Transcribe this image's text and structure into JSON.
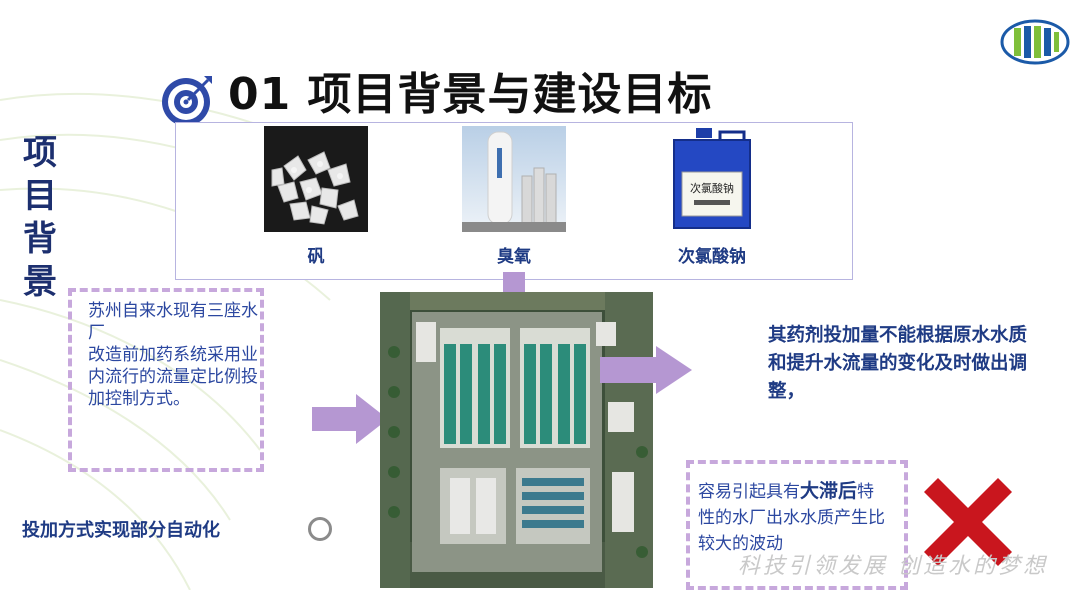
{
  "header": {
    "title": "01 项目背景与建设目标",
    "title_icon": "target-icon",
    "logo_icon": "company-logo"
  },
  "sidebar": {
    "vertical_title": [
      "项",
      "目",
      "背",
      "景"
    ]
  },
  "chemicals": [
    {
      "label": "矾",
      "icon": "alum-crystals-photo"
    },
    {
      "label": "臭氧",
      "icon": "ozone-tower-photo"
    },
    {
      "label": "次氯酸钠",
      "icon": "sodium-hypochlorite-container-photo",
      "container_text": "次氯酸钠"
    }
  ],
  "background_box": {
    "lines": [
      "苏州自来水现有三座水厂",
      "改造前加药系统采用业内流行的流量定比例投加控制方式。"
    ]
  },
  "problem": {
    "text": "其药剂投加量不能根据原水水质和提升水流量的变化及时做出调整，"
  },
  "effect": {
    "prefix": "容易引起具有",
    "bold": "大滞后",
    "suffix": "特性的水厂出水水质产生比较大的波动"
  },
  "automation": {
    "label": "投加方式实现部分自动化",
    "status_icon": "circle-outline-icon"
  },
  "marks": {
    "x_icon": "red-x-icon",
    "x_color": "#c9161e"
  },
  "slogan": "科技引领发展 创造水的梦想",
  "colors": {
    "accent_blue": "#1f3b84",
    "arrow_purple": "#b597d2",
    "dash_purple": "#c7a8dc"
  }
}
